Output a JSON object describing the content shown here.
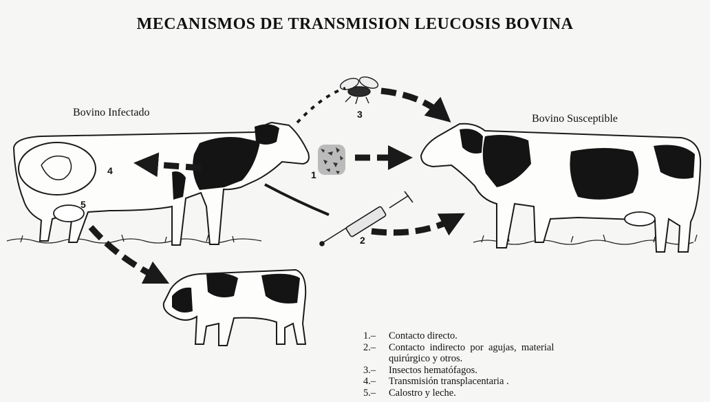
{
  "title": "MECANISMOS DE TRANSMISION LEUCOSIS BOVINA",
  "labels": {
    "infected": "Bovino Infectado",
    "susceptible": "Bovino Susceptible"
  },
  "markers": {
    "m1": "1",
    "m2": "2",
    "m3": "3",
    "m4": "4",
    "m5": "5"
  },
  "legend": [
    {
      "num": "1.–",
      "text": "Contacto directo."
    },
    {
      "num": "2.–",
      "text": "Contacto  indirecto  por  agujas,  material",
      "cont": "quirúrgico y otros."
    },
    {
      "num": "3.–",
      "text": "Insectos hematófagos."
    },
    {
      "num": "4.–",
      "text": "Transmisión transplacentaria ."
    },
    {
      "num": "5.–",
      "text": "Calostro y leche."
    }
  ]
}
